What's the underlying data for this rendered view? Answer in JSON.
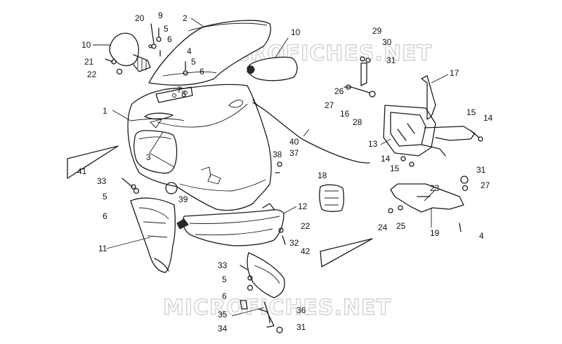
{
  "watermark": {
    "top": "MICROFICHES.NET",
    "bottom": "MICROFICHES.NET"
  },
  "labels": [
    {
      "key": "l1",
      "text": "1"
    },
    {
      "key": "l2",
      "text": "2"
    },
    {
      "key": "l3",
      "text": "3"
    },
    {
      "key": "l4a",
      "text": "4"
    },
    {
      "key": "l4b",
      "text": "4"
    },
    {
      "key": "l5a",
      "text": "5"
    },
    {
      "key": "l5b",
      "text": "5"
    },
    {
      "key": "l5c",
      "text": "5"
    },
    {
      "key": "l5d",
      "text": "5"
    },
    {
      "key": "l6a",
      "text": "6"
    },
    {
      "key": "l6b",
      "text": "6"
    },
    {
      "key": "l6c",
      "text": "6"
    },
    {
      "key": "l6d",
      "text": "6"
    },
    {
      "key": "l7",
      "text": "7"
    },
    {
      "key": "l8",
      "text": "8"
    },
    {
      "key": "l9",
      "text": "9"
    },
    {
      "key": "l10a",
      "text": "10"
    },
    {
      "key": "l10b",
      "text": "10"
    },
    {
      "key": "l11",
      "text": "11"
    },
    {
      "key": "l12",
      "text": "12"
    },
    {
      "key": "l13",
      "text": "13"
    },
    {
      "key": "l14a",
      "text": "14"
    },
    {
      "key": "l14b",
      "text": "14"
    },
    {
      "key": "l15a",
      "text": "15"
    },
    {
      "key": "l15b",
      "text": "15"
    },
    {
      "key": "l16",
      "text": "16"
    },
    {
      "key": "l17",
      "text": "17"
    },
    {
      "key": "l18",
      "text": "18"
    },
    {
      "key": "l19",
      "text": "19"
    },
    {
      "key": "l20",
      "text": "20"
    },
    {
      "key": "l21",
      "text": "21"
    },
    {
      "key": "l22a",
      "text": "22"
    },
    {
      "key": "l22b",
      "text": "22"
    },
    {
      "key": "l23",
      "text": "23"
    },
    {
      "key": "l24",
      "text": "24"
    },
    {
      "key": "l25",
      "text": "25"
    },
    {
      "key": "l26",
      "text": "26"
    },
    {
      "key": "l27a",
      "text": "27"
    },
    {
      "key": "l27b",
      "text": "27"
    },
    {
      "key": "l28",
      "text": "28"
    },
    {
      "key": "l29",
      "text": "29"
    },
    {
      "key": "l30",
      "text": "30"
    },
    {
      "key": "l31a",
      "text": "31"
    },
    {
      "key": "l31b",
      "text": "31"
    },
    {
      "key": "l31c",
      "text": "31"
    },
    {
      "key": "l32",
      "text": "32"
    },
    {
      "key": "l33a",
      "text": "33"
    },
    {
      "key": "l33b",
      "text": "33"
    },
    {
      "key": "l34",
      "text": "34"
    },
    {
      "key": "l35",
      "text": "35"
    },
    {
      "key": "l36",
      "text": "36"
    },
    {
      "key": "l37",
      "text": "37"
    },
    {
      "key": "l38",
      "text": "38"
    },
    {
      "key": "l39",
      "text": "39"
    },
    {
      "key": "l40",
      "text": "40"
    },
    {
      "key": "l41",
      "text": "41"
    },
    {
      "key": "l42",
      "text": "42"
    }
  ]
}
